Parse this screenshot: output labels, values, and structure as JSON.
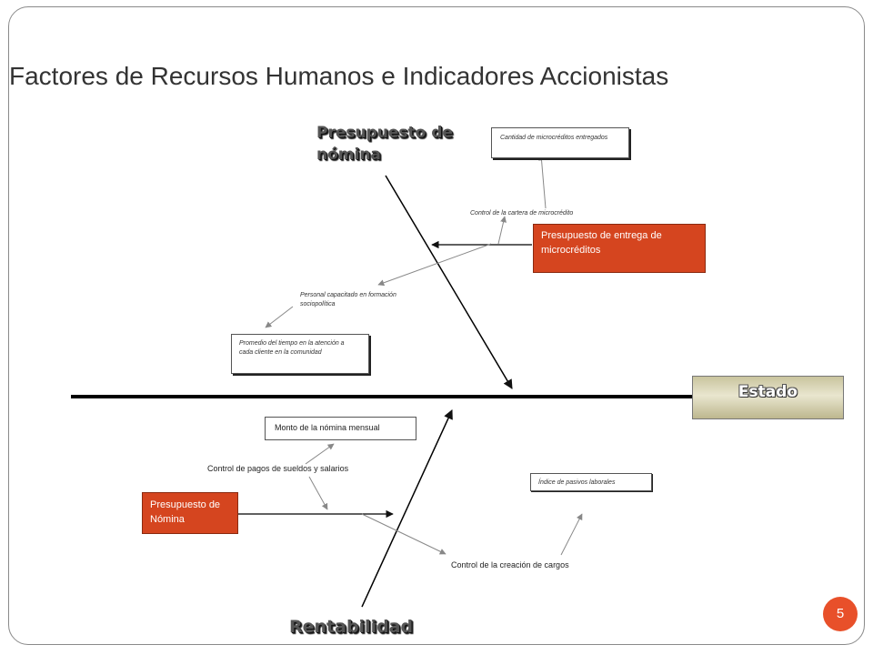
{
  "slide": {
    "title": "Factores de Recursos Humanos e Indicadores Accionistas",
    "page_number": "5"
  },
  "diagram": {
    "top_cause": "Presupuesto de nómina",
    "bottom_cause": "Rentabilidad",
    "effect": "Estado",
    "top_branch": {
      "budget_box": "Presupuesto de entrega de microcréditos",
      "control_label": "Control de la cartera de microcrédito",
      "indicator_box": "Cantidad de microcréditos entregados",
      "staff_label": "Personal capacitado en formación sociopolítica",
      "time_box": "Promedio del tiempo en la atención a cada cliente en la comunidad"
    },
    "bottom_branch": {
      "budget_box": "Presupuesto de Nómina",
      "payroll_box": "Monto de la nómina mensual",
      "payroll_control": "Control de pagos de sueldos y salarios",
      "liabilities_box": "Índice de pasivos laborales",
      "positions_control": "Control de la creación de cargos"
    }
  }
}
